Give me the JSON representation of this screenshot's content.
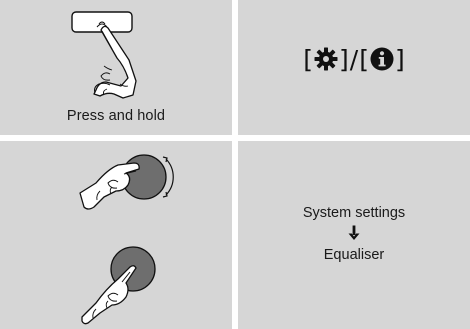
{
  "step1": {
    "caption": "Press and hold",
    "illustration": "finger-pressing-button"
  },
  "step2": {
    "open_bracket_1": "[",
    "close_bracket_1": "]",
    "separator": "/",
    "open_bracket_2": "[",
    "close_bracket_2": "]",
    "icons": [
      "settings-gear-icon",
      "info-icon"
    ]
  },
  "step3": {
    "illustration": "finger-turning-and-pressing-knob"
  },
  "step4": {
    "path": [
      "System settings",
      "Equaliser"
    ],
    "arrow_icon": "arrow-down-icon"
  },
  "colors": {
    "cell_background": "#d6d6d6",
    "knob": "#6e6e6e",
    "ink": "#111111"
  }
}
